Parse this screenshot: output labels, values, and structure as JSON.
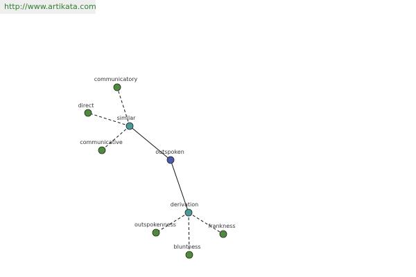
{
  "header": {
    "url": "http://www.artikata.com"
  },
  "graph": {
    "colors": {
      "root": "#4a58a8",
      "group": "#4a9a9a",
      "leaf": "#4c8c3c"
    },
    "nodes": [
      {
        "id": "outspoken",
        "label": "outspoken",
        "kind": "root"
      },
      {
        "id": "similar",
        "label": "similar",
        "kind": "group"
      },
      {
        "id": "derivation",
        "label": "derivation",
        "kind": "group"
      },
      {
        "id": "communicatory",
        "label": "communicatory",
        "kind": "leaf"
      },
      {
        "id": "direct",
        "label": "direct",
        "kind": "leaf"
      },
      {
        "id": "communicative",
        "label": "communicative",
        "kind": "leaf"
      },
      {
        "id": "outspokenness",
        "label": "outspokenness",
        "kind": "leaf"
      },
      {
        "id": "frankness",
        "label": "frankness",
        "kind": "leaf"
      },
      {
        "id": "bluntness",
        "label": "bluntness",
        "kind": "leaf"
      }
    ],
    "edges": [
      {
        "from": "outspoken",
        "to": "similar",
        "style": "solid"
      },
      {
        "from": "outspoken",
        "to": "derivation",
        "style": "solid"
      },
      {
        "from": "similar",
        "to": "communicatory",
        "style": "dashed"
      },
      {
        "from": "similar",
        "to": "direct",
        "style": "dashed"
      },
      {
        "from": "similar",
        "to": "communicative",
        "style": "dashed"
      },
      {
        "from": "derivation",
        "to": "outspokenness",
        "style": "dashed"
      },
      {
        "from": "derivation",
        "to": "frankness",
        "style": "dashed"
      },
      {
        "from": "derivation",
        "to": "bluntness",
        "style": "dashed"
      }
    ]
  }
}
